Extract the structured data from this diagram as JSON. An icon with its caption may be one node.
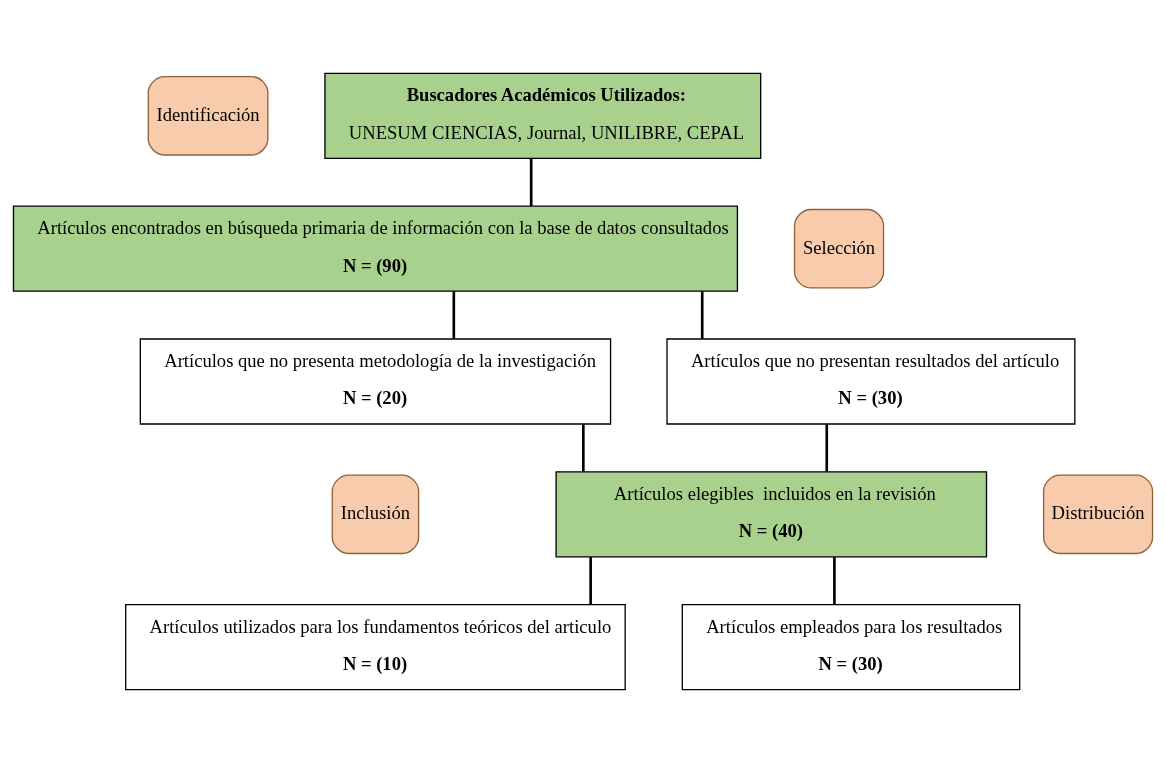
{
  "diagram": {
    "nodes": [
      {
        "text": [
          "Identificación"
        ]
      },
      {
        "text": [
          "Buscadores Académicos Utilizados:",
          "UNESUM CIENCIAS, Journal, UNILIBRE, CEPAL"
        ]
      },
      {
        "text": [
          "Artículos encontrados en búsqueda primaria de información con la base de datos consultados",
          "N = (90)"
        ]
      },
      {
        "text": [
          "Selección"
        ]
      },
      {
        "text": [
          "Artículos que no presenta metodología de la investigación",
          "N = (20)"
        ]
      },
      {
        "text": [
          "Artículos que no presentan resultados del artículo",
          "N = (30)"
        ]
      },
      {
        "text": [
          "Inclusión"
        ]
      },
      {
        "text": [
          "Artículos elegibles  incluidos en la revisión",
          "N = (40)"
        ]
      },
      {
        "text": [
          "Distribución"
        ]
      },
      {
        "text": [
          "Artículos utilizados para los fundamentos teóricos del articulo",
          "N = (10)"
        ]
      },
      {
        "text": [
          "Artículos empleados para los resultados",
          "N = (30)"
        ]
      }
    ],
    "edges": [
      {
        "from": 1,
        "to": 2,
        "arrow": "none"
      },
      {
        "from": 2,
        "to": 4,
        "arrow": "none"
      },
      {
        "from": 2,
        "to": 5,
        "arrow": "none"
      },
      {
        "from": 4,
        "to": 7,
        "arrow": "none"
      },
      {
        "from": 5,
        "to": 7,
        "arrow": "none"
      },
      {
        "from": 7,
        "to": 9,
        "arrow": "none"
      },
      {
        "from": 7,
        "to": 10,
        "arrow": "none"
      }
    ]
  }
}
